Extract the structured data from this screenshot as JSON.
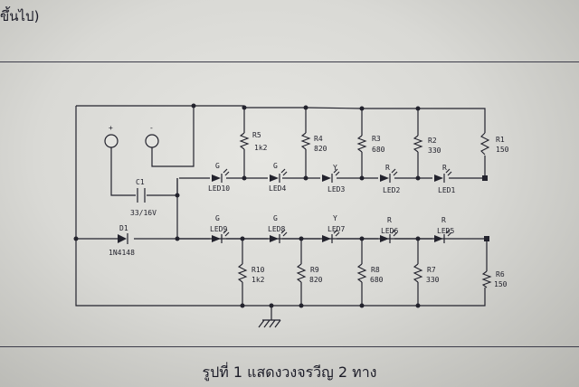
{
  "header_fragment": "ขึ้นไป)",
  "caption": "รูปที่ 1 แสดงวงจรวีญ 2 ทาง",
  "circuit": {
    "terminals": {
      "plus": "+",
      "minus": "-"
    },
    "capacitor": {
      "ref": "C1",
      "value": "33/16V"
    },
    "diode": {
      "ref": "D1",
      "value": "1N4148"
    },
    "upper_resistors": [
      {
        "ref": "R5",
        "value": "1k2"
      },
      {
        "ref": "R4",
        "value": "820"
      },
      {
        "ref": "R3",
        "value": "680"
      },
      {
        "ref": "R2",
        "value": "330"
      },
      {
        "ref": "R1",
        "value": "150"
      }
    ],
    "upper_leds": [
      {
        "color": "G",
        "ref": "LED10"
      },
      {
        "color": "G",
        "ref": "LED4"
      },
      {
        "color": "Y",
        "ref": "LED3"
      },
      {
        "color": "R",
        "ref": "LED2"
      },
      {
        "color": "R",
        "ref": "LED1"
      }
    ],
    "lower_leds": [
      {
        "color": "G",
        "ref": "LED9"
      },
      {
        "color": "G",
        "ref": "LED8"
      },
      {
        "color": "Y",
        "ref": "LED7"
      },
      {
        "color": "R",
        "ref": "LED6"
      },
      {
        "color": "R",
        "ref": "LED5"
      }
    ],
    "lower_resistors": [
      {
        "ref": "R10",
        "value": "1k2"
      },
      {
        "ref": "R9",
        "value": "820"
      },
      {
        "ref": "R8",
        "value": "680"
      },
      {
        "ref": "R7",
        "value": "330"
      },
      {
        "ref": "R6",
        "value": "150"
      }
    ]
  }
}
